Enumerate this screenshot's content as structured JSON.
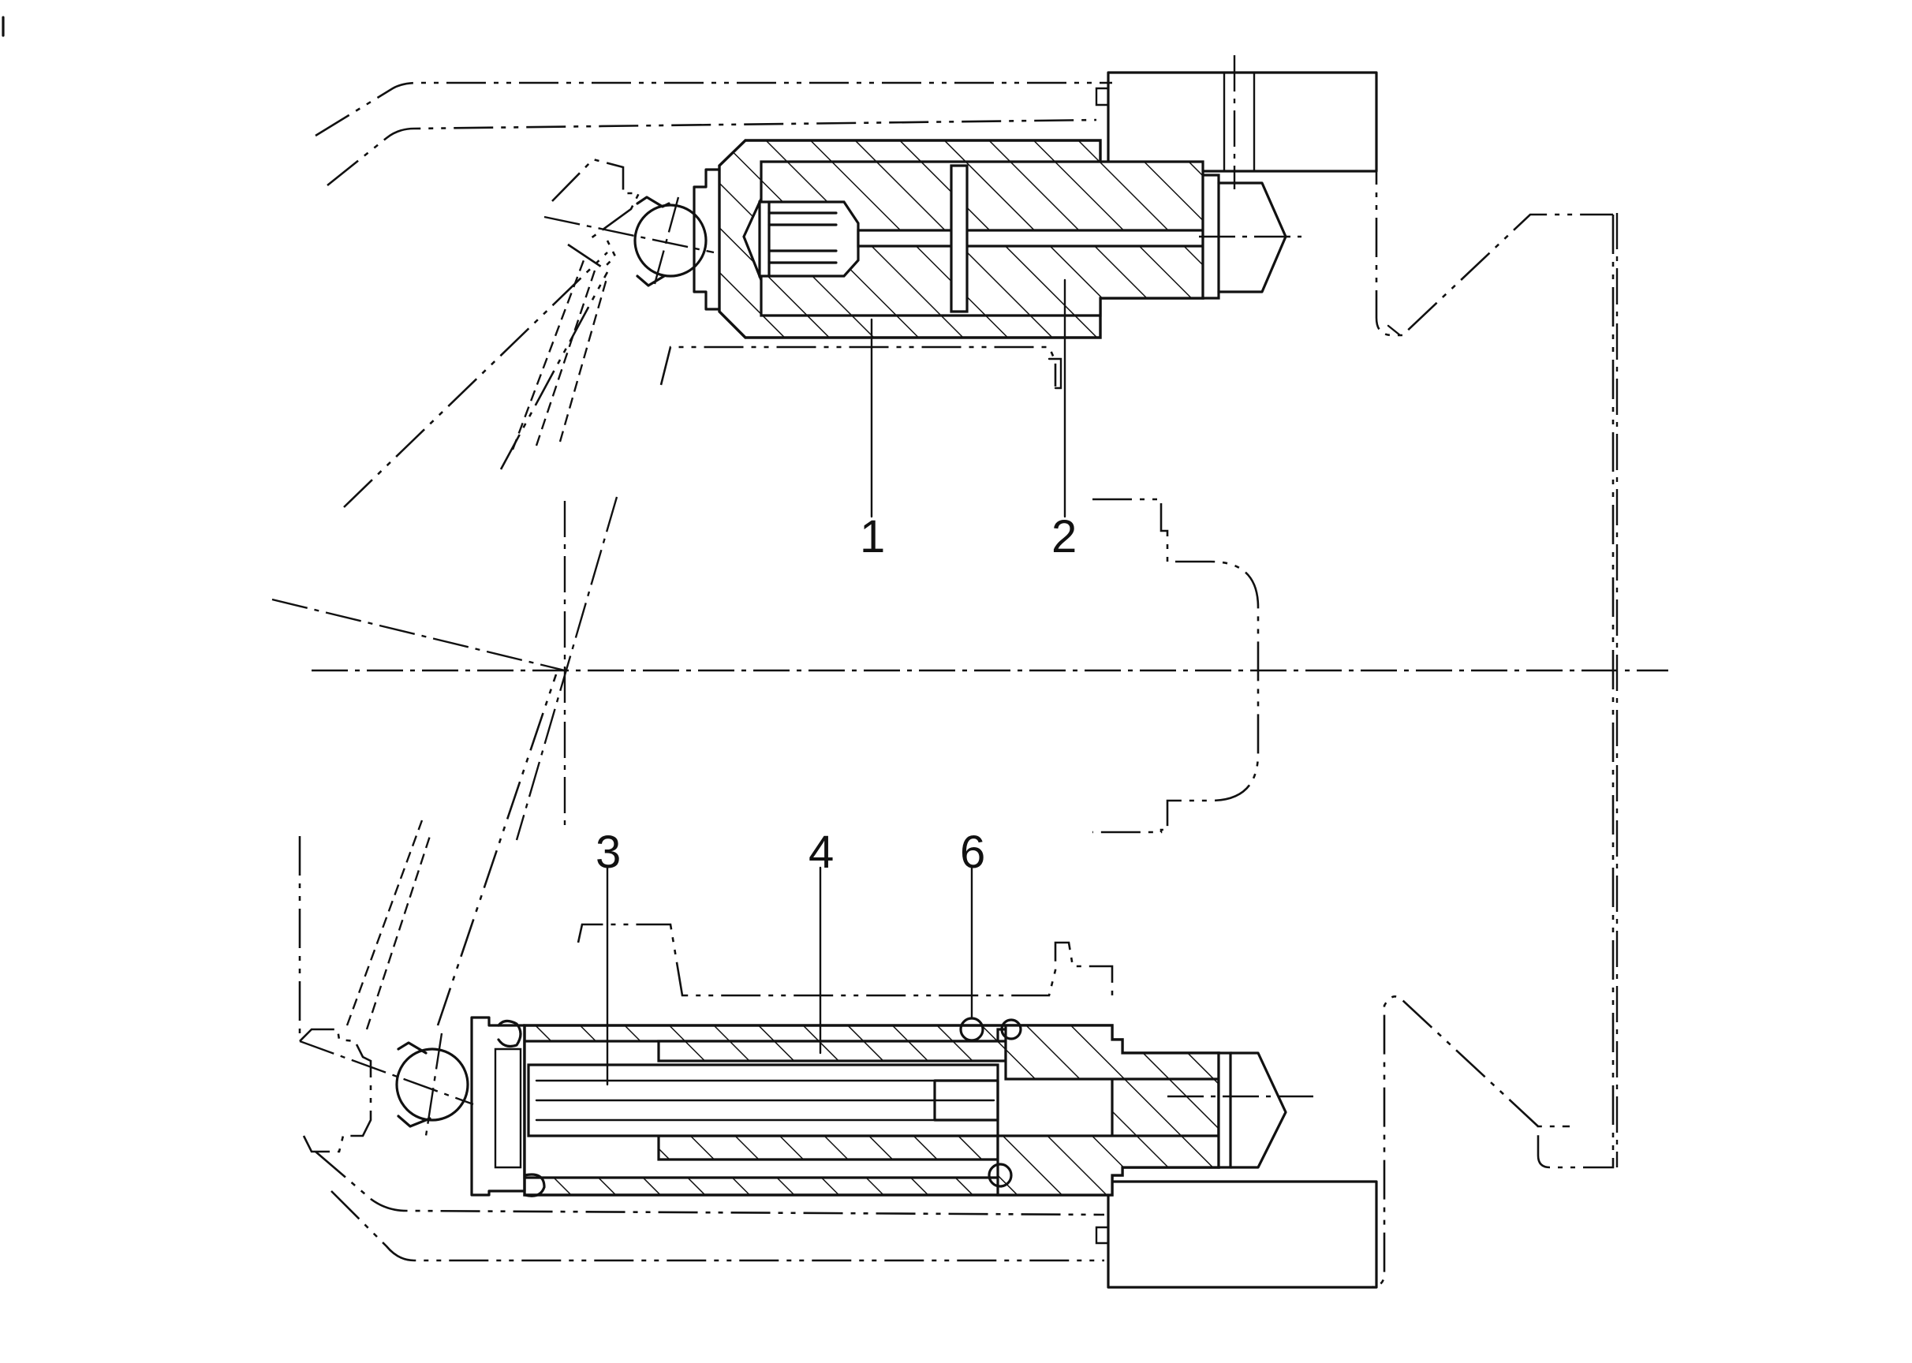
{
  "labels": {
    "part_1": "1",
    "part_2": "2",
    "part_3": "3",
    "part_4": "4",
    "part_6": "6"
  }
}
